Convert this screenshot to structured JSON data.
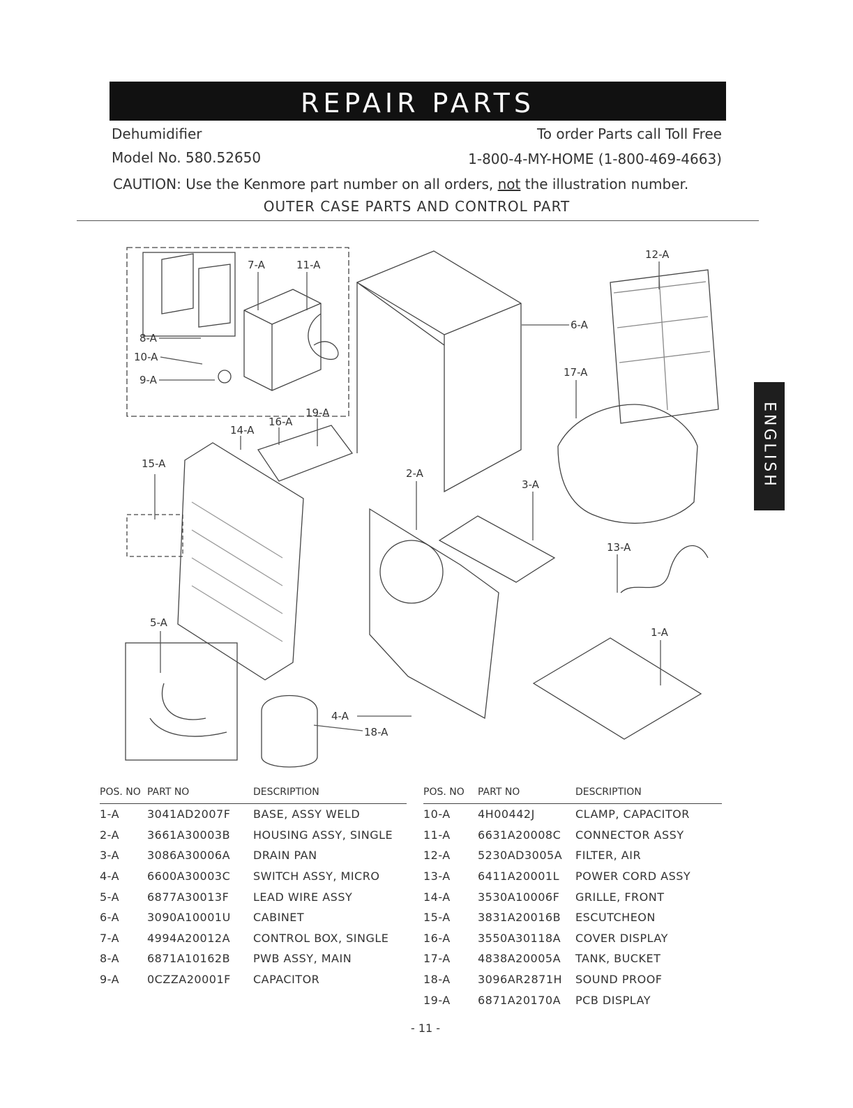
{
  "header": {
    "title": "REPAIR PARTS",
    "product": "Dehumidifier",
    "model": "Model No. 580.52650",
    "order_line1": "To order Parts call Toll Free",
    "order_line2": "1-800-4-MY-HOME (1-800-469-4663)",
    "caution_before": "CAUTION: Use the Kenmore part number on all orders, ",
    "caution_not": "not",
    "caution_after": " the illustration number.",
    "section_title": "OUTER CASE PARTS AND CONTROL PART"
  },
  "side_tab": "ENGLISH",
  "callouts": {
    "c7A": "7-A",
    "c11A": "11-A",
    "c8A": "8-A",
    "c10A": "10-A",
    "c9A": "9-A",
    "c12A": "12-A",
    "c6A": "6-A",
    "c17A": "17-A",
    "c14A": "14-A",
    "c16A": "16-A",
    "c19A": "19-A",
    "c15A": "15-A",
    "c2A": "2-A",
    "c3A": "3-A",
    "c13A": "13-A",
    "c5A": "5-A",
    "c1A": "1-A",
    "c4A": "4-A",
    "c18A": "18-A"
  },
  "table_headers": {
    "pos": "POS. NO",
    "part": "PART NO",
    "desc": "DESCRIPTION"
  },
  "parts_left": [
    {
      "pos": "1-A",
      "part": "3041AD2007F",
      "desc": "BASE, ASSY WELD"
    },
    {
      "pos": "2-A",
      "part": "3661A30003B",
      "desc": "HOUSING ASSY, SINGLE"
    },
    {
      "pos": "3-A",
      "part": "3086A30006A",
      "desc": "DRAIN PAN"
    },
    {
      "pos": "4-A",
      "part": "6600A30003C",
      "desc": "SWITCH ASSY, MICRO"
    },
    {
      "pos": "5-A",
      "part": "6877A30013F",
      "desc": "LEAD WIRE ASSY"
    },
    {
      "pos": "6-A",
      "part": "3090A10001U",
      "desc": "CABINET"
    },
    {
      "pos": "7-A",
      "part": "4994A20012A",
      "desc": "CONTROL BOX, SINGLE"
    },
    {
      "pos": "8-A",
      "part": "6871A10162B",
      "desc": "PWB ASSY, MAIN"
    },
    {
      "pos": "9-A",
      "part": "0CZZA20001F",
      "desc": "CAPACITOR"
    }
  ],
  "parts_right": [
    {
      "pos": "10-A",
      "part": "4H00442J",
      "desc": "CLAMP, CAPACITOR"
    },
    {
      "pos": "11-A",
      "part": "6631A20008C",
      "desc": "CONNECTOR ASSY"
    },
    {
      "pos": "12-A",
      "part": "5230AD3005A",
      "desc": "FILTER, AIR"
    },
    {
      "pos": "13-A",
      "part": "6411A20001L",
      "desc": "POWER CORD ASSY"
    },
    {
      "pos": "14-A",
      "part": "3530A10006F",
      "desc": "GRILLE, FRONT"
    },
    {
      "pos": "15-A",
      "part": "3831A20016B",
      "desc": "ESCUTCHEON"
    },
    {
      "pos": "16-A",
      "part": "3550A30118A",
      "desc": "COVER DISPLAY"
    },
    {
      "pos": "17-A",
      "part": "4838A20005A",
      "desc": "TANK, BUCKET"
    },
    {
      "pos": "18-A",
      "part": "3096AR2871H",
      "desc": "SOUND PROOF"
    },
    {
      "pos": "19-A",
      "part": "6871A20170A",
      "desc": "PCB DISPLAY"
    }
  ],
  "page_number": "- 11 -"
}
